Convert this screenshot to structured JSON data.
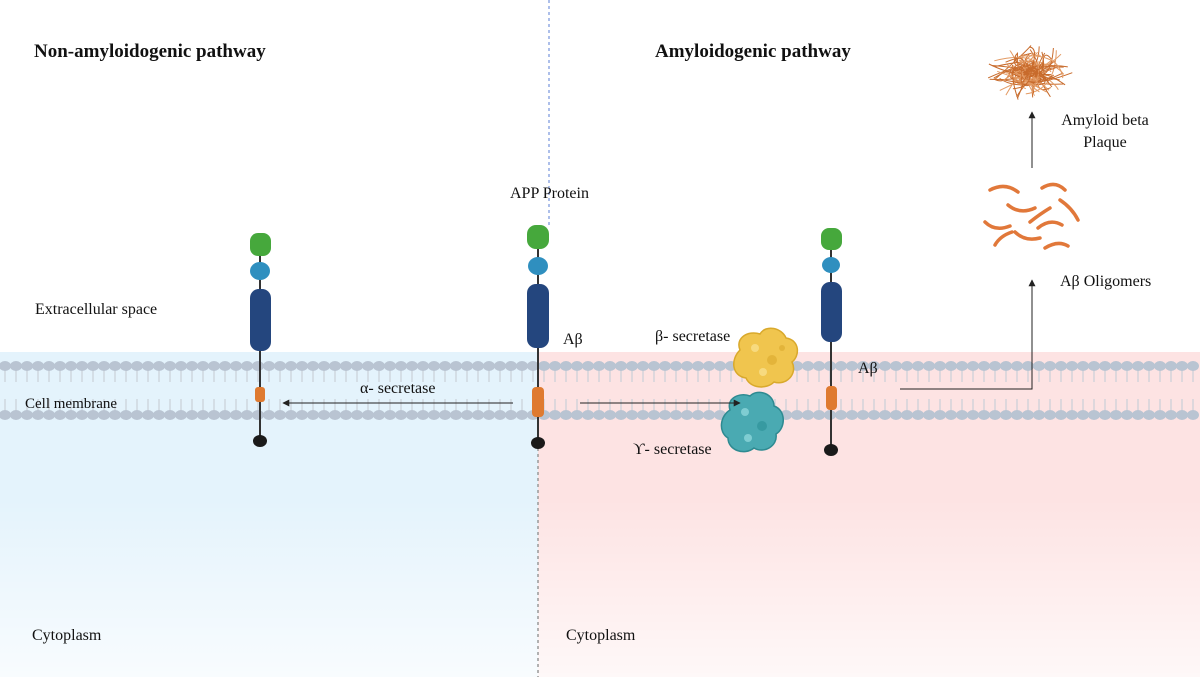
{
  "left_panel": {
    "title": "Non-amyloidogenic pathway",
    "extracellular_label": "Extracellular space",
    "membrane_label": "Cell membrane",
    "cytoplasm_label": "Cytoplasm",
    "alpha_secretase_label": "α- secretase"
  },
  "center": {
    "app_label": "APP Protein",
    "abeta_label": "Aβ"
  },
  "right_panel": {
    "title": "Amyloidogenic pathway",
    "beta_secretase_label": "β- secretase",
    "gamma_secretase_label": "ϒ- secretase",
    "abeta_label": "Aβ",
    "oligomers_label": "Aβ Oligomers",
    "plaque_label_line1": "Amyloid beta",
    "plaque_label_line2": "Plaque",
    "cytoplasm_label": "Cytoplasm"
  },
  "colors": {
    "left_bg": "#e4f3fc",
    "right_bg": "#fde3e3",
    "membrane_head": "#b9c4d2",
    "domain_green": "#46a83c",
    "domain_teal": "#2f8fbf",
    "domain_navy": "#24467e",
    "abeta_orange": "#df7a30",
    "beta_secretase": "#f0c54e",
    "gamma_secretase": "#4aaab2",
    "fibril": "#c86b2c"
  }
}
